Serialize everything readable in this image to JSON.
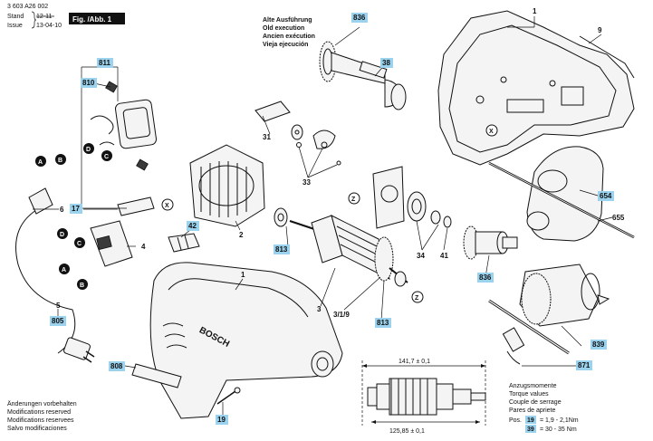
{
  "header": {
    "doc_number": "3 603 A26 002",
    "stand_label": "Stand",
    "stand_value_old": "12-11",
    "issue_label": "Issue",
    "issue_value": "13-04-10",
    "fig_label": "Fig. /Abb. 1"
  },
  "old_execution": {
    "lines": [
      "Alte Ausführung",
      "Old execution",
      "Ancien exécution",
      "Vieja ejecución"
    ]
  },
  "labels": {
    "p1_top": "1",
    "p9": "9",
    "p836_top": "836",
    "p38": "38",
    "p811": "811",
    "p810": "810",
    "p31": "31",
    "p33": "33",
    "p654": "654",
    "p655": "655",
    "p6": "6",
    "p17": "17",
    "p42": "42",
    "p2": "2",
    "p4": "4",
    "p813_left": "813",
    "p34": "34",
    "p41": "41",
    "p836_mid": "836",
    "p3": "3",
    "p3_1_9": "3/1/9",
    "p813_right": "813",
    "p1_mid": "1",
    "p5": "5",
    "p805": "805",
    "p808": "808",
    "p19": "19",
    "p839": "839",
    "p871": "871",
    "circle_a1": "A",
    "circle_b1": "B",
    "circle_d1": "D",
    "circle_c1": "C",
    "circle_d2": "D",
    "circle_c2": "C",
    "circle_a2": "A",
    "circle_b2": "B",
    "x1": "X",
    "x2": "X",
    "z1": "Z",
    "z2": "Z"
  },
  "dimensions": {
    "overall": "141,7 ± 0,1",
    "inner": "125,85 ± 0,1"
  },
  "torque": {
    "lines": [
      "Anzugsmomente",
      "Torque values",
      "Couple de serrage",
      "Pares de apriete"
    ],
    "row1_prefix": "Pos.",
    "row1_pos": "19",
    "row1_value": "=  1,9  -  2,1Nm",
    "row2_pos": "39",
    "row2_value": "=  30  -  35 Nm"
  },
  "footer": {
    "lines": [
      "Änderungen vorbehalten",
      "Modifications reserved",
      "Modifications reservees",
      "Salvo modificaciones"
    ]
  },
  "brand_text": "BOSCH",
  "colors": {
    "label_box": "#9bd3ef",
    "ink": "#111111"
  }
}
